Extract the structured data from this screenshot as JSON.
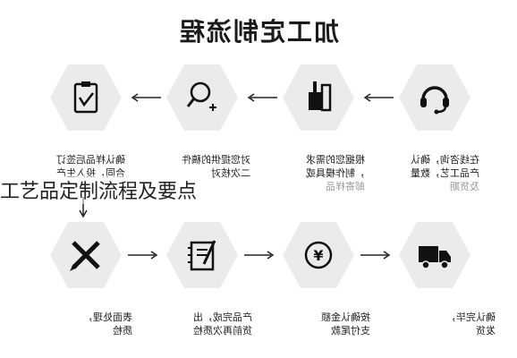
{
  "title": "加工定制流程",
  "overlay_caption": "工艺品定制流程及要点",
  "steps": [
    {
      "icon": "headset-icon",
      "text": "在线咨询，确认\n产品工艺，数量",
      "sub": "及货期"
    },
    {
      "icon": "nail-polish-icon",
      "text": "根据您的需求\n，制作模具或",
      "sub": "邮寄样品"
    },
    {
      "icon": "magnifier-plus-icon",
      "text": "对您提供的稿件\n二次核对",
      "sub": ""
    },
    {
      "icon": "clipboard-check-icon",
      "text": "确认样品后签订\n合同，投入生产",
      "sub": ""
    },
    {
      "icon": "pencil-ruler-icon",
      "text": "表面处理，\n质检",
      "sub": ""
    },
    {
      "icon": "notebook-pen-icon",
      "text": "产品完成，出\n货前再次质检",
      "sub": ""
    },
    {
      "icon": "yen-coin-icon",
      "text": "按确认金额\n支付尾款",
      "sub": ""
    },
    {
      "icon": "truck-icon",
      "text": "确认完毕，\n发货",
      "sub": ""
    }
  ]
}
